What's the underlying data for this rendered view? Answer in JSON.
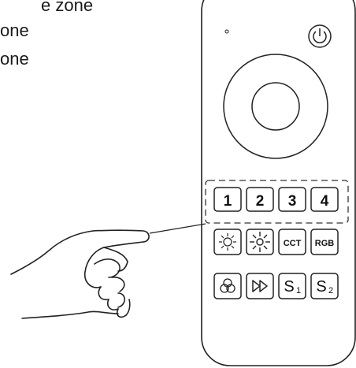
{
  "caption": {
    "lines": [
      "e zone",
      "one",
      "one"
    ]
  },
  "remote": {
    "zone_buttons": [
      "1",
      "2",
      "3",
      "4"
    ],
    "row2": {
      "b1_icon": "brightness-down-icon",
      "b2_icon": "brightness-up-icon",
      "cct": "CCT",
      "rgb": "RGB"
    },
    "row3": {
      "b1_icon": "color-circles-icon",
      "b2_icon": "fast-forward-icon",
      "s1_main": "S",
      "s1_sub": "1",
      "s2_main": "S",
      "s2_sub": "2"
    },
    "power_icon": "power-icon",
    "wheel_icon": "color-wheel-icon"
  }
}
